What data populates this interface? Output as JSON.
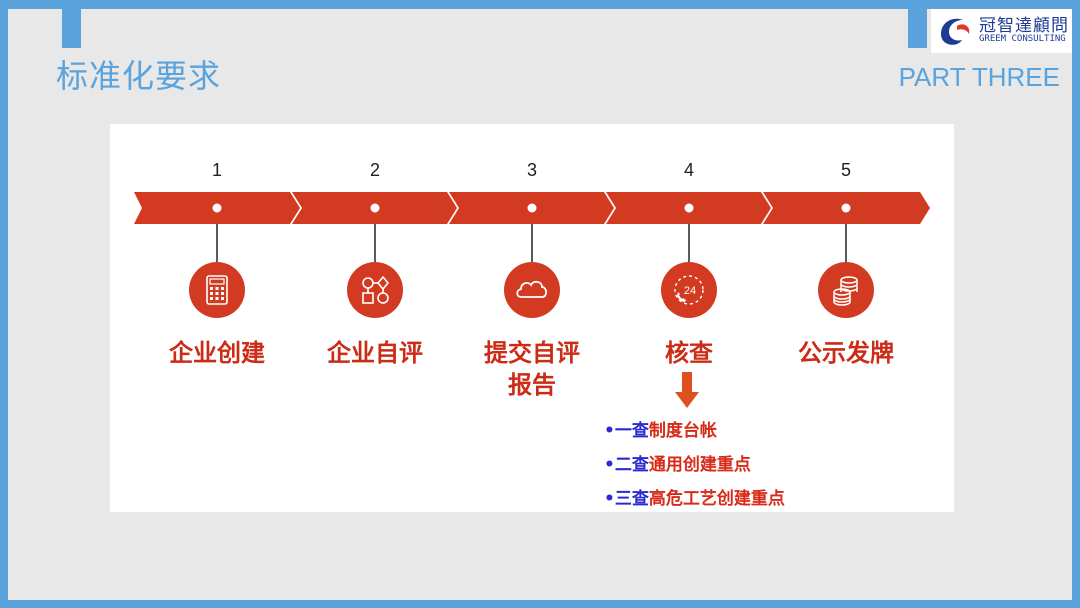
{
  "header": {
    "title": "标准化要求",
    "part": "PART THREE"
  },
  "logo": {
    "name_cn": "冠智達顧問",
    "name_en": "GREEM CONSULTING"
  },
  "colors": {
    "accent_blue": "#5ba3dd",
    "timeline_red": "#d33a22",
    "label_red": "#cc2b16",
    "list_blue": "#2a2ad0"
  },
  "timeline": {
    "steps": [
      {
        "number": "1",
        "label": "企业创建",
        "icon": "calculator-icon"
      },
      {
        "number": "2",
        "label": "企业自评",
        "icon": "flowchart-icon"
      },
      {
        "number": "3",
        "label": "提交自评\n报告",
        "icon": "cloud-icon"
      },
      {
        "number": "4",
        "label": "核查",
        "icon": "24h-phone-icon"
      },
      {
        "number": "5",
        "label": "公示发牌",
        "icon": "coins-icon"
      }
    ]
  },
  "checks": [
    {
      "bullet": "•",
      "prefix": "一查",
      "text": "制度台帐"
    },
    {
      "bullet": "•",
      "prefix": "二查",
      "text": "通用创建重点"
    },
    {
      "bullet": "•",
      "prefix": "三查",
      "text": "高危工艺创建重点"
    }
  ]
}
